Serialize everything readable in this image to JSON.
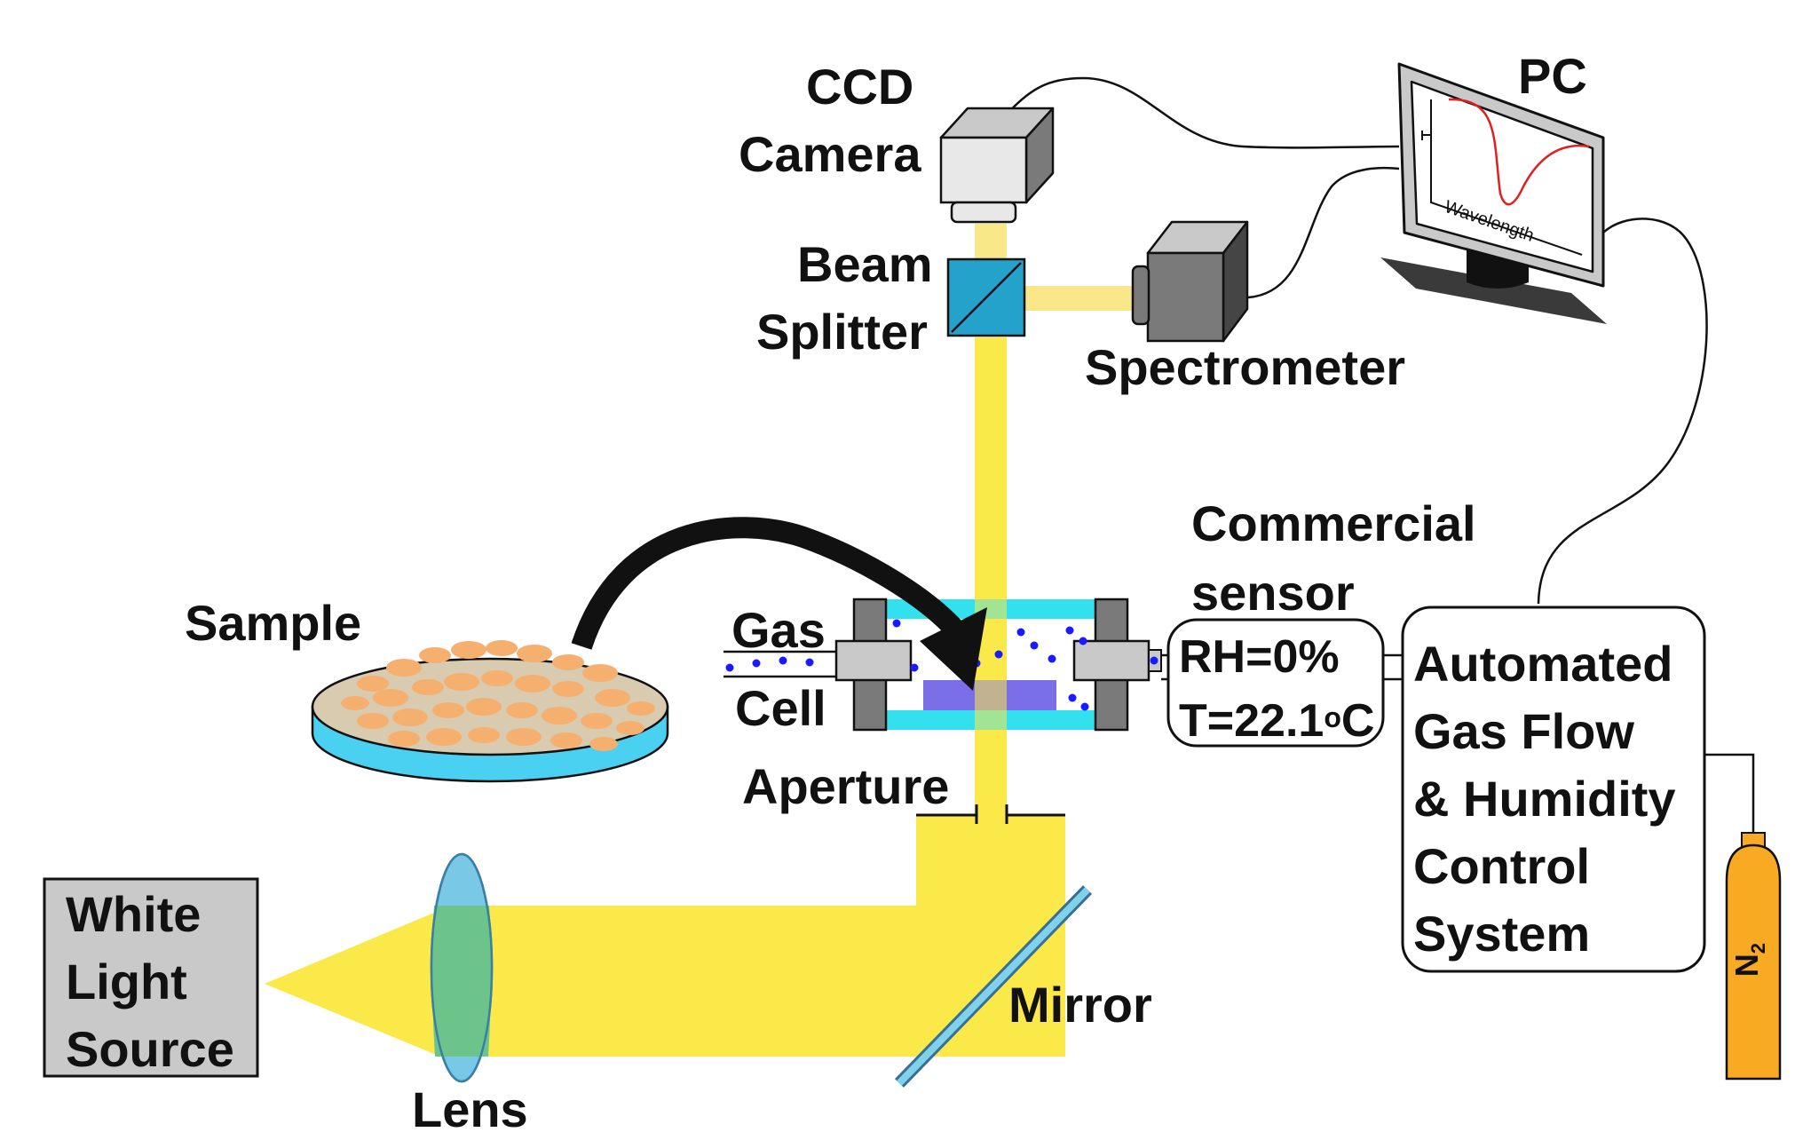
{
  "labels": {
    "ccd_line1": "CCD",
    "ccd_line2": "Camera",
    "pc": "PC",
    "beam_line1": "Beam",
    "beam_line2": "Splitter",
    "spectrometer": "Spectrometer",
    "commercial_line1": "Commercial",
    "commercial_line2": "sensor",
    "sample": "Sample",
    "gas": "Gas",
    "cell": "Cell",
    "rh": "RH=0%",
    "temp_prefix": "T=22.1",
    "temp_super": "o",
    "temp_unit": "C",
    "afc_line1": "Automated",
    "afc_line2": "Gas Flow",
    "afc_line3": "& Humidity",
    "afc_line4": "Control",
    "afc_line5": "System",
    "aperture": "Aperture",
    "wls_line1": "White",
    "wls_line2": "Light",
    "wls_line3": "Source",
    "mirror": "Mirror",
    "lens": "Lens",
    "monitor_axis": "Wavelength",
    "n2_main": "N",
    "n2_sub": "2"
  },
  "colors": {
    "beam": "#fbe94a",
    "beam_light": "#f8e88a",
    "lens": "#79c8e6",
    "lens_overlap": "#6dc48b",
    "cyan_window": "#33e0ee",
    "sample_chamber": "#7b6fe8",
    "sample_top": "#d8cbb0",
    "sample_drops": "#f5b070",
    "sample_base": "#4ad0f0",
    "gas_bottle": "#f8aa22",
    "spectrum_line": "#e02020",
    "gas_dots": "#1a1aff"
  }
}
